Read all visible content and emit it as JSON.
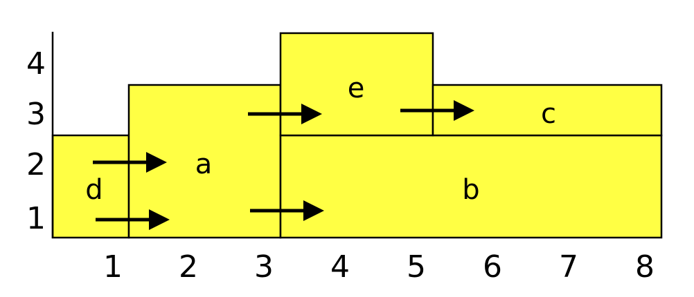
{
  "diagram": {
    "fill_color": "#ffff44",
    "stroke_color": "#000000",
    "x_axis": {
      "ticks": [
        "1",
        "2",
        "3",
        "4",
        "5",
        "6",
        "7",
        "8"
      ]
    },
    "y_axis": {
      "ticks": [
        "1",
        "2",
        "3",
        "4"
      ]
    },
    "blocks": [
      {
        "label": "d"
      },
      {
        "label": "a"
      },
      {
        "label": "b"
      },
      {
        "label": "e"
      },
      {
        "label": "c"
      }
    ]
  }
}
